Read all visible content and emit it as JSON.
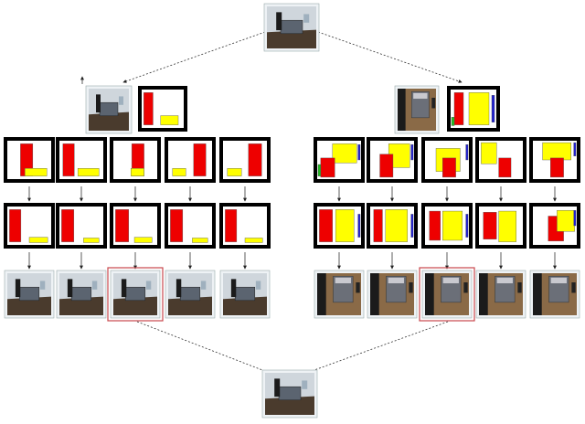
{
  "colors": {
    "wall": "#000000",
    "floor": "#ffffff",
    "red": "#ee0000",
    "yellow": "#ffff00",
    "blue": "#1f1fd0",
    "green": "#22bb22",
    "highlight": "#c8464c",
    "edge": "#333333",
    "render_wall": "#cfd6dc",
    "render_floor_wood": "#8a6a47",
    "render_floor_dark": "#4a3b2d"
  },
  "root": {
    "kind": "render",
    "style": "full"
  },
  "target": {
    "kind": "render",
    "style": "full"
  },
  "left_tree": {
    "seed_render": {
      "kind": "render",
      "style": "room"
    },
    "seed_layout": {
      "kind": "layout",
      "items": [
        [
          "red",
          0.05,
          0.08,
          0.22,
          0.84
        ],
        [
          "yellow",
          0.45,
          0.68,
          0.42,
          0.24
        ]
      ]
    },
    "row1": [
      {
        "items": [
          [
            "red",
            0.3,
            0.08,
            0.28,
            0.84
          ],
          [
            "yellow",
            0.4,
            0.72,
            0.5,
            0.2
          ]
        ]
      },
      {
        "items": [
          [
            "red",
            0.08,
            0.08,
            0.26,
            0.84
          ],
          [
            "yellow",
            0.42,
            0.72,
            0.48,
            0.2
          ]
        ]
      },
      {
        "items": [
          [
            "red",
            0.42,
            0.08,
            0.28,
            0.84
          ],
          [
            "yellow",
            0.4,
            0.72,
            0.3,
            0.2
          ]
        ]
      },
      {
        "items": [
          [
            "red",
            0.58,
            0.08,
            0.28,
            0.84
          ],
          [
            "yellow",
            0.1,
            0.72,
            0.3,
            0.2
          ]
        ]
      },
      {
        "items": [
          [
            "red",
            0.58,
            0.08,
            0.3,
            0.84
          ],
          [
            "yellow",
            0.1,
            0.72,
            0.32,
            0.2
          ]
        ]
      }
    ],
    "row2": [
      {
        "items": [
          [
            "red",
            0.05,
            0.08,
            0.26,
            0.84
          ],
          [
            "yellow",
            0.5,
            0.8,
            0.42,
            0.14
          ]
        ]
      },
      {
        "items": [
          [
            "red",
            0.05,
            0.08,
            0.28,
            0.84
          ],
          [
            "yellow",
            0.55,
            0.82,
            0.35,
            0.12
          ]
        ]
      },
      {
        "items": [
          [
            "red",
            0.05,
            0.08,
            0.3,
            0.84
          ],
          [
            "yellow",
            0.48,
            0.8,
            0.4,
            0.14
          ]
        ]
      },
      {
        "items": [
          [
            "red",
            0.05,
            0.08,
            0.28,
            0.84
          ],
          [
            "yellow",
            0.55,
            0.82,
            0.35,
            0.12
          ]
        ]
      },
      {
        "items": [
          [
            "red",
            0.05,
            0.08,
            0.26,
            0.84
          ],
          [
            "yellow",
            0.5,
            0.82,
            0.4,
            0.12
          ]
        ]
      }
    ],
    "renders": [
      {
        "style": "room",
        "highlight": false
      },
      {
        "style": "room",
        "highlight": false
      },
      {
        "style": "room",
        "highlight": true
      },
      {
        "style": "room",
        "highlight": false
      },
      {
        "style": "room",
        "highlight": false
      }
    ]
  },
  "right_tree": {
    "seed_render": {
      "kind": "render",
      "style": "bed"
    },
    "seed_layout": {
      "kind": "layout",
      "items": [
        [
          "red",
          0.08,
          0.08,
          0.2,
          0.84
        ],
        [
          "yellow",
          0.4,
          0.08,
          0.44,
          0.84
        ],
        [
          "blue",
          0.9,
          0.15,
          0.06,
          0.7
        ],
        [
          "green",
          0.02,
          0.72,
          0.06,
          0.22
        ]
      ]
    },
    "row1": [
      {
        "items": [
          [
            "yellow",
            0.35,
            0.08,
            0.55,
            0.5
          ],
          [
            "red",
            0.08,
            0.45,
            0.32,
            0.5
          ],
          [
            "green",
            0.02,
            0.62,
            0.06,
            0.3
          ],
          [
            "blue",
            0.93,
            0.1,
            0.05,
            0.4
          ]
        ]
      },
      {
        "items": [
          [
            "yellow",
            0.42,
            0.08,
            0.48,
            0.62
          ],
          [
            "red",
            0.22,
            0.35,
            0.3,
            0.6
          ],
          [
            "blue",
            0.93,
            0.1,
            0.05,
            0.4
          ]
        ]
      },
      {
        "items": [
          [
            "yellow",
            0.25,
            0.2,
            0.55,
            0.6
          ],
          [
            "red",
            0.4,
            0.45,
            0.3,
            0.5
          ],
          [
            "blue",
            0.93,
            0.1,
            0.05,
            0.4
          ]
        ]
      },
      {
        "items": [
          [
            "yellow",
            0.05,
            0.05,
            0.35,
            0.55
          ],
          [
            "red",
            0.45,
            0.45,
            0.28,
            0.5
          ]
        ]
      },
      {
        "items": [
          [
            "yellow",
            0.22,
            0.05,
            0.65,
            0.45
          ],
          [
            "red",
            0.4,
            0.45,
            0.3,
            0.5
          ],
          [
            "blue",
            0.93,
            0.05,
            0.05,
            0.35
          ]
        ]
      }
    ],
    "row2": [
      {
        "items": [
          [
            "red",
            0.05,
            0.08,
            0.3,
            0.84
          ],
          [
            "yellow",
            0.42,
            0.08,
            0.42,
            0.84
          ],
          [
            "blue",
            0.93,
            0.2,
            0.05,
            0.6
          ]
        ]
      },
      {
        "items": [
          [
            "red",
            0.08,
            0.08,
            0.2,
            0.84
          ],
          [
            "yellow",
            0.35,
            0.08,
            0.5,
            0.84
          ],
          [
            "blue",
            0.93,
            0.2,
            0.05,
            0.6
          ]
        ]
      },
      {
        "items": [
          [
            "red",
            0.1,
            0.12,
            0.25,
            0.76
          ],
          [
            "yellow",
            0.4,
            0.12,
            0.45,
            0.76
          ],
          [
            "blue",
            0.93,
            0.2,
            0.05,
            0.6
          ]
        ]
      },
      {
        "items": [
          [
            "red",
            0.1,
            0.15,
            0.3,
            0.7
          ],
          [
            "yellow",
            0.45,
            0.12,
            0.4,
            0.8
          ]
        ]
      },
      {
        "items": [
          [
            "red",
            0.35,
            0.25,
            0.35,
            0.65
          ],
          [
            "yellow",
            0.55,
            0.1,
            0.4,
            0.55
          ],
          [
            "blue",
            0.93,
            0.1,
            0.05,
            0.4
          ]
        ]
      }
    ],
    "renders": [
      {
        "style": "bed",
        "highlight": false
      },
      {
        "style": "bed",
        "highlight": false
      },
      {
        "style": "bed",
        "highlight": true
      },
      {
        "style": "bed",
        "highlight": false
      },
      {
        "style": "bed",
        "highlight": false
      }
    ]
  }
}
